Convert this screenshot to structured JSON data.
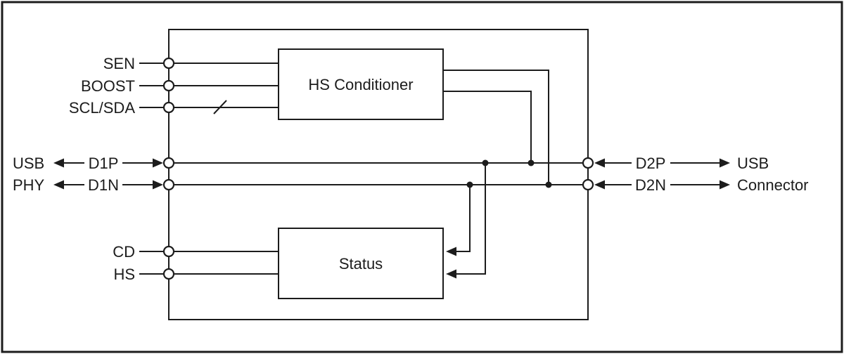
{
  "colors": {
    "line": "#1c1c1c",
    "background": "#ffffff"
  },
  "chip": {
    "blocks": {
      "hs_conditioner": "HS Conditioner",
      "status": "Status"
    }
  },
  "pins": {
    "sen": "SEN",
    "boost": "BOOST",
    "scl_sda": "SCL/SDA",
    "d1p": "D1P",
    "d1n": "D1N",
    "cd": "CD",
    "hs": "HS",
    "d2p": "D2P",
    "d2n": "D2N"
  },
  "external": {
    "left_line1": "USB",
    "left_line2": "PHY",
    "right_line1": "USB",
    "right_line2": "Connector"
  }
}
